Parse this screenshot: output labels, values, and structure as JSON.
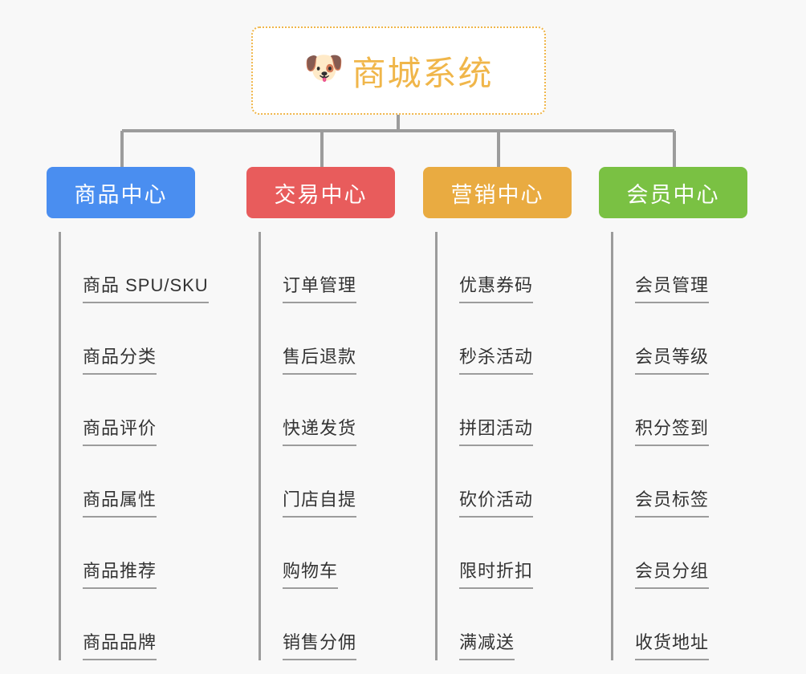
{
  "page": {
    "background_color": "#f8f8f8",
    "line_color": "#9c9c9c"
  },
  "root": {
    "icon": "shiba-dog-face-emoji",
    "icon_glyph": "🐶",
    "title": "商城系统",
    "text_color": "#f0b64a",
    "border_color": "#f0b64a",
    "background_color": "#ffffff"
  },
  "columns": [
    {
      "id": "product-center",
      "title": "商品中心",
      "color": "#4a8ef0",
      "items": [
        "商品 SPU/SKU",
        "商品分类",
        "商品评价",
        "商品属性",
        "商品推荐",
        "商品品牌"
      ]
    },
    {
      "id": "trade-center",
      "title": "交易中心",
      "color": "#e85c5c",
      "items": [
        "订单管理",
        "售后退款",
        "快递发货",
        "门店自提",
        "购物车",
        "销售分佣"
      ]
    },
    {
      "id": "marketing-center",
      "title": "营销中心",
      "color": "#e9ab41",
      "items": [
        "优惠券码",
        "秒杀活动",
        "拼团活动",
        "砍价活动",
        "限时折扣",
        "满减送"
      ]
    },
    {
      "id": "member-center",
      "title": "会员中心",
      "color": "#7ac143",
      "items": [
        "会员管理",
        "会员等级",
        "积分签到",
        "会员标签",
        "会员分组",
        "收货地址"
      ]
    }
  ]
}
